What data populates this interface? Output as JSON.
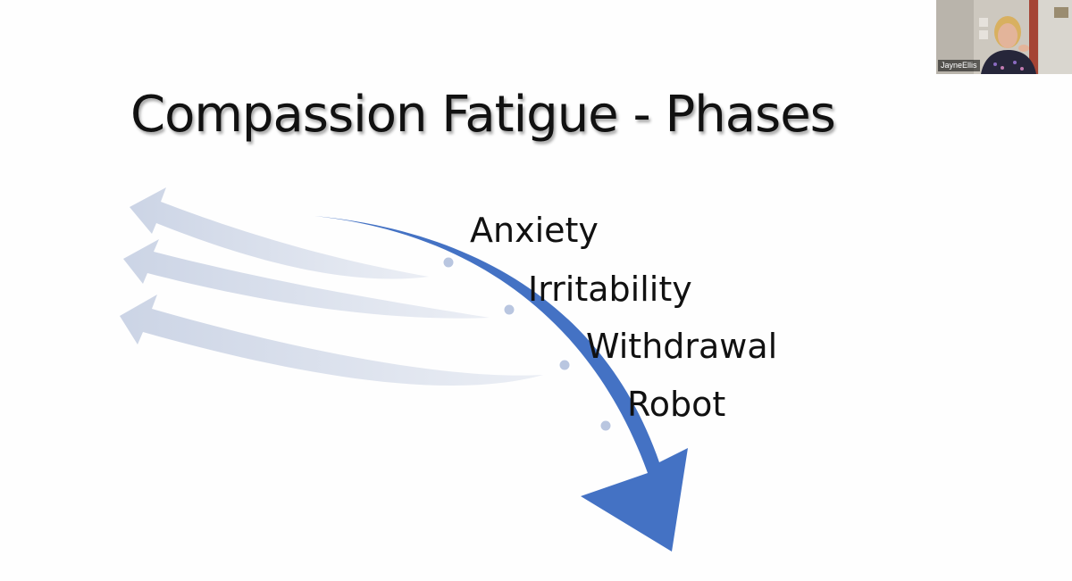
{
  "slide": {
    "title": "Compassion Fatigue - Phases",
    "phases": [
      "Anxiety",
      "Irritability",
      "Withdrawal",
      "Robot"
    ]
  },
  "video": {
    "participant_name": "JayneEllis"
  },
  "colors": {
    "arrow_main": "#4472c4",
    "arrow_faded": "#c9d2e4",
    "title_text": "#111111",
    "dot_fill": "#b9c6e0"
  }
}
